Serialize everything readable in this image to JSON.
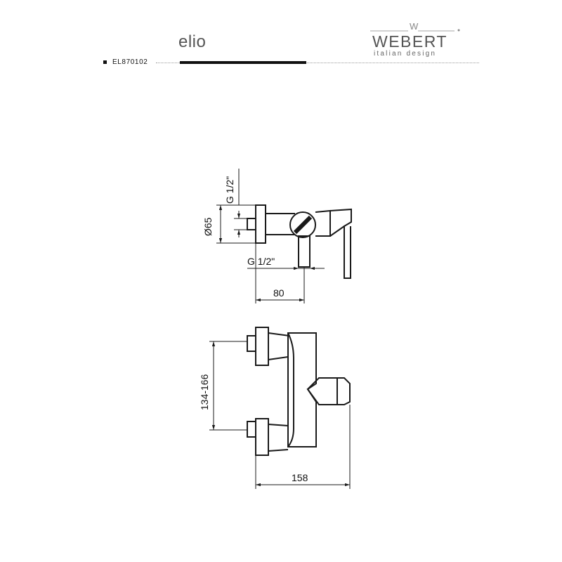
{
  "header": {
    "product_name": "elio",
    "product_code": "EL870102",
    "brand": {
      "name": "WEBERT",
      "tagline": "italian design",
      "mark_letter": "W"
    }
  },
  "drawing": {
    "top_view": {
      "dim_thread_vertical": "G 1/2\"",
      "dim_diameter": "Ø65",
      "dim_thread_horizontal": "G 1/2\"",
      "dim_depth": "80"
    },
    "front_view": {
      "dim_centers": "134-166",
      "dim_width": "158"
    }
  },
  "colors": {
    "line": "#1a1a1a",
    "logo_gray": "#555555"
  }
}
